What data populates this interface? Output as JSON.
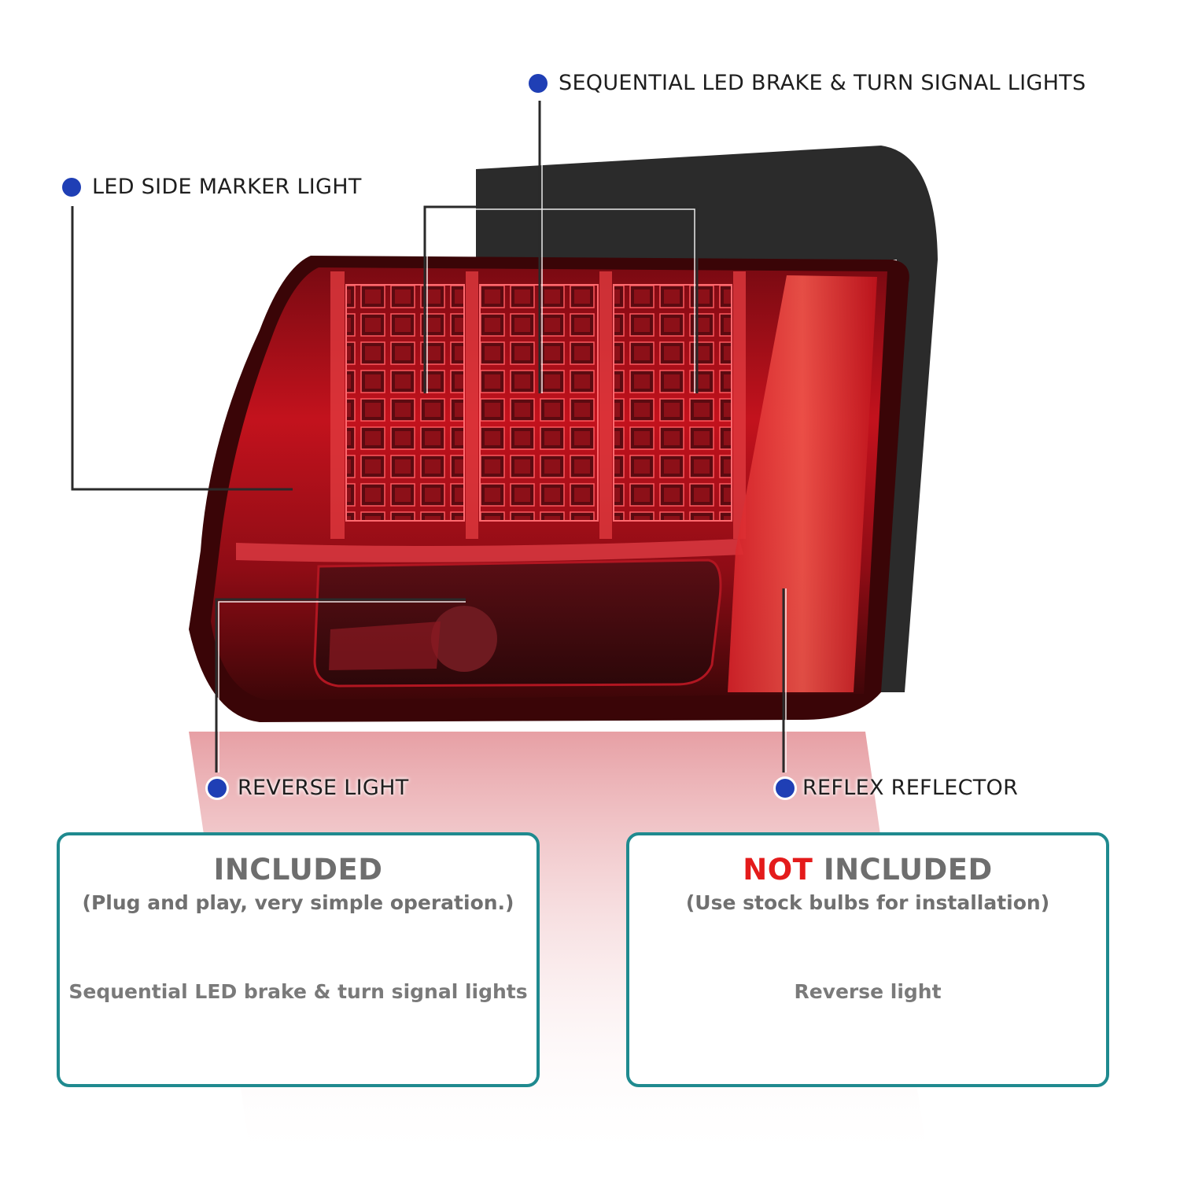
{
  "callouts": {
    "sequential": "SEQUENTIAL LED BRAKE & TURN SIGNAL LIGHTS",
    "side_marker": "LED SIDE MARKER LIGHT",
    "reverse": "REVERSE  LIGHT",
    "reflector": "REFLEX REFLECTOR"
  },
  "included": {
    "title": "INCLUDED",
    "subtitle": "(Plug and play, very simple operation.)",
    "item": "Sequential LED brake & turn signal lights"
  },
  "not_included": {
    "title_highlight": "NOT",
    "title_rest": " INCLUDED",
    "subtitle": "(Use stock bulbs for installation)",
    "item": "Reverse light"
  },
  "colors": {
    "dot": "#1f3fb5",
    "card_border": "#1f8a8f",
    "highlight": "#e41b1b",
    "lens_red": "#b5101a",
    "housing": "#2b2b2b"
  }
}
